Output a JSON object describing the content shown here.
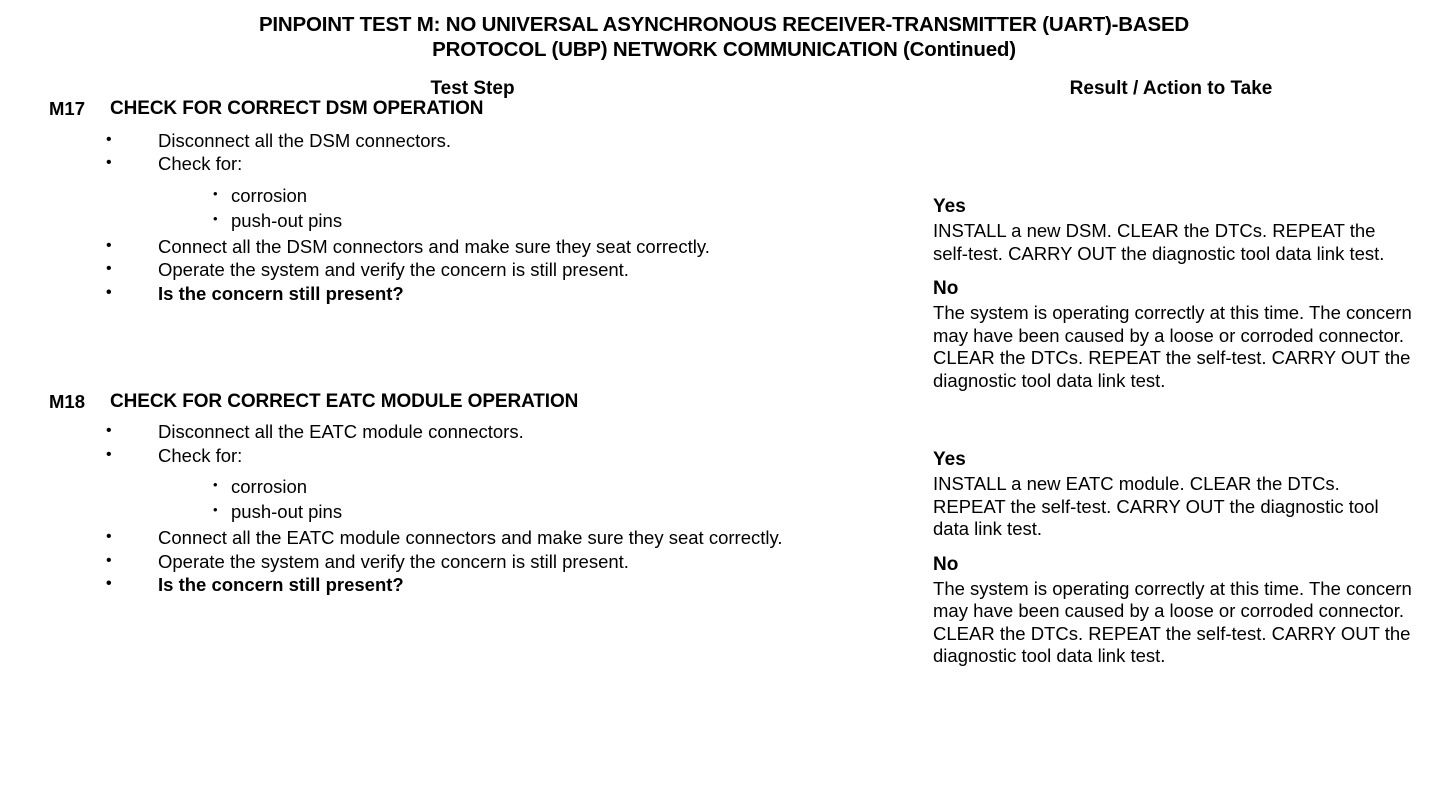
{
  "title": {
    "line1": "PINPOINT TEST  M: NO UNIVERSAL ASYNCHRONOUS RECEIVER-TRANSMITTER (UART)-BASED",
    "line2": "PROTOCOL (UBP) NETWORK COMMUNICATION (Continued)"
  },
  "table": {
    "headers": {
      "test_step": "Test Step",
      "result_action": "Result / Action to Take"
    },
    "rows": [
      {
        "id": "M17",
        "heading": "CHECK FOR CORRECT DSM OPERATION",
        "steps": [
          "Disconnect all the DSM connectors.",
          "Check for:",
          "Connect all the DSM connectors and make sure they seat correctly.",
          "Operate the system and verify the concern is still present.",
          "Is the concern still present?"
        ],
        "substeps": [
          "corrosion",
          "push-out pins"
        ],
        "results": [
          {
            "label": "Yes",
            "text": "INSTALL a new DSM. CLEAR the DTCs. REPEAT the self-test. CARRY OUT the diagnostic tool data link test."
          },
          {
            "label": "No",
            "text": "The system is operating correctly at this time. The concern may have been caused by a loose or corroded connector. CLEAR the DTCs. REPEAT the self-test. CARRY OUT the diagnostic tool data link test."
          }
        ]
      },
      {
        "id": "M18",
        "heading": "CHECK FOR CORRECT EATC MODULE OPERATION",
        "steps": [
          "Disconnect all the EATC module connectors.",
          "Check for:",
          "Connect all the EATC module connectors and make sure they seat correctly.",
          "Operate the system and verify the concern is still present.",
          "Is the concern still present?"
        ],
        "substeps": [
          "corrosion",
          "push-out pins"
        ],
        "results": [
          {
            "label": "Yes",
            "text": "INSTALL a new EATC module. CLEAR the DTCs. REPEAT the self-test. CARRY OUT the diagnostic tool data link test."
          },
          {
            "label": "No",
            "text": "The system is operating correctly at this time. The concern may have been caused by a loose or corroded connector. CLEAR the DTCs. REPEAT the self-test. CARRY OUT the diagnostic tool data link test."
          }
        ]
      }
    ]
  }
}
